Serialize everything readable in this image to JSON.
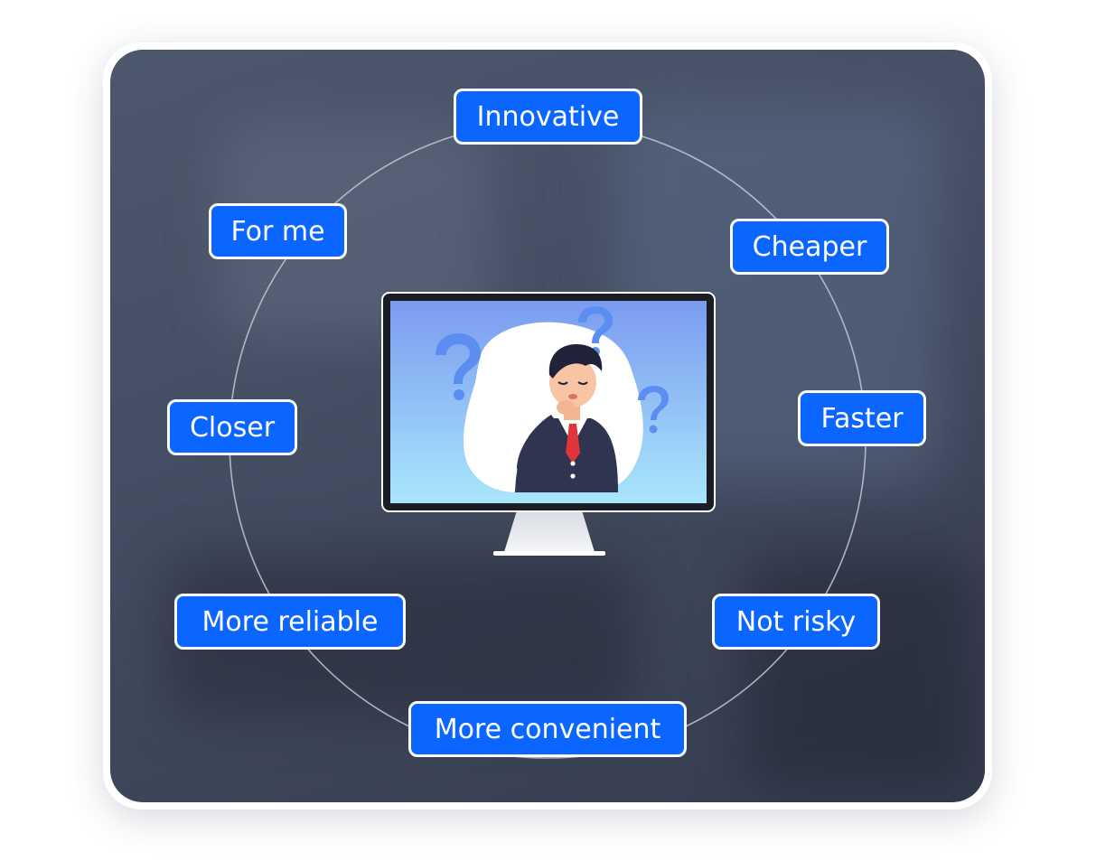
{
  "diagram": {
    "labels": [
      {
        "id": "innovative",
        "text": "Innovative"
      },
      {
        "id": "cheaper",
        "text": "Cheaper"
      },
      {
        "id": "faster",
        "text": "Faster"
      },
      {
        "id": "not-risky",
        "text": "Not risky"
      },
      {
        "id": "more-convenient",
        "text": "More convenient"
      },
      {
        "id": "more-reliable",
        "text": "More reliable"
      },
      {
        "id": "closer",
        "text": "Closer"
      },
      {
        "id": "for-me",
        "text": "For me"
      }
    ],
    "center_image": {
      "icon": "thinking-businessman-on-monitor",
      "question_mark_icon": "question-mark-icon"
    }
  },
  "colors": {
    "chip_fill": "#0a66ff",
    "chip_border": "#ffffff",
    "chip_text": "#ffffff",
    "ring": "#c3c8d2",
    "panel_background": "#465064"
  }
}
